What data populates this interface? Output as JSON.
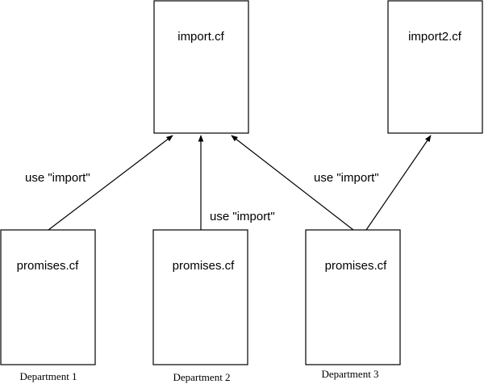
{
  "boxes": {
    "import": "import.cf",
    "import2": "import2.cf",
    "promises_1": "promises.cf",
    "promises_2": "promises.cf",
    "promises_3": "promises.cf"
  },
  "edge_labels": {
    "dept1_to_import": "use \"import\"",
    "dept2_to_import": "use \"import\"",
    "dept3_to_import": "use \"import\""
  },
  "departments": {
    "dept1": "Department 1",
    "dept2": "Department 2",
    "dept3": "Department 3"
  },
  "colors": {
    "stroke": "#000000",
    "background": "#ffffff"
  }
}
